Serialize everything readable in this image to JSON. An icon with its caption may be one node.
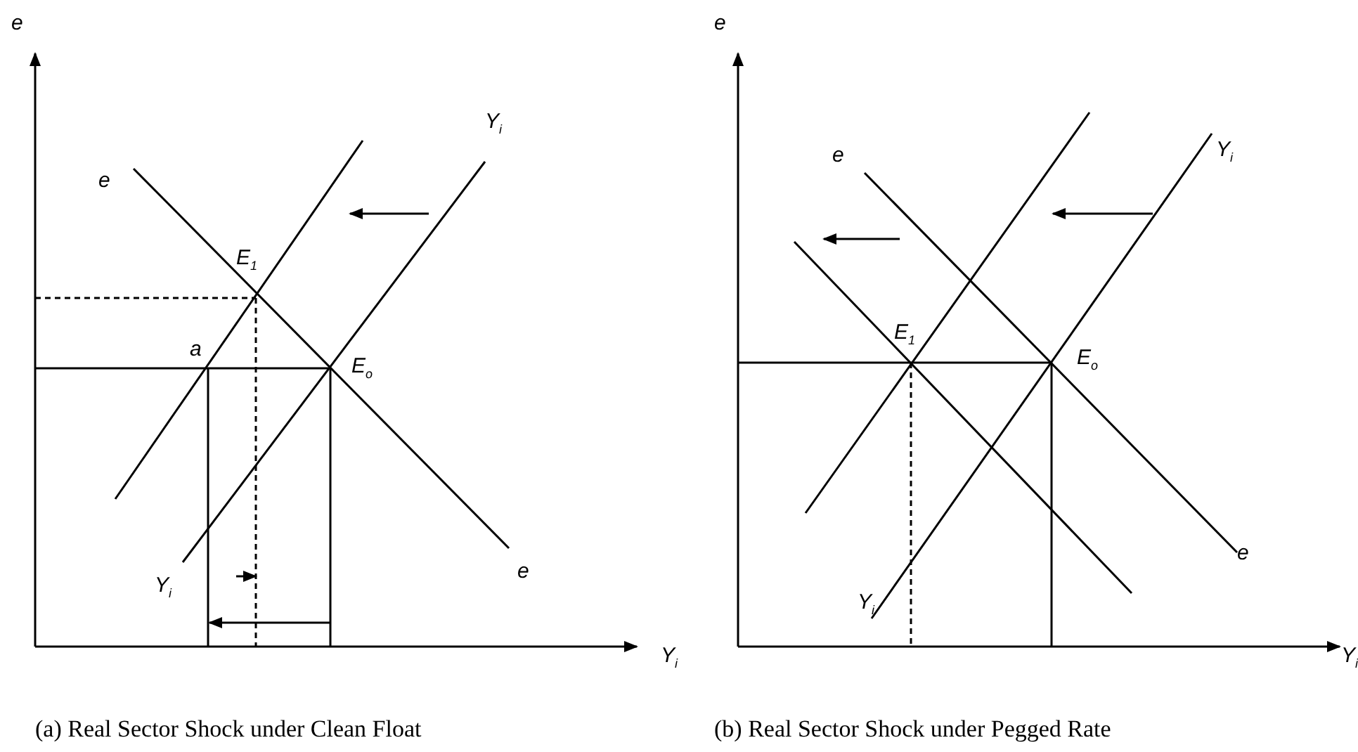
{
  "diagram": {
    "labels": [
      "e",
      "Y$_{i}$",
      "e",
      "E$_{1}$",
      "a",
      "E$_{o}$",
      "Y$_{i}$",
      "e",
      "Y$_{i}$",
      "(a) Real Sector Shock under Clean Float",
      "e",
      "Y$_{i}$",
      "e",
      "E$_{1}$",
      "E$_{o}$",
      "e",
      "Y$_{i}$",
      "Y$_{i}$",
      "(b) Real Sector Shock under Pegged Rate"
    ]
  }
}
